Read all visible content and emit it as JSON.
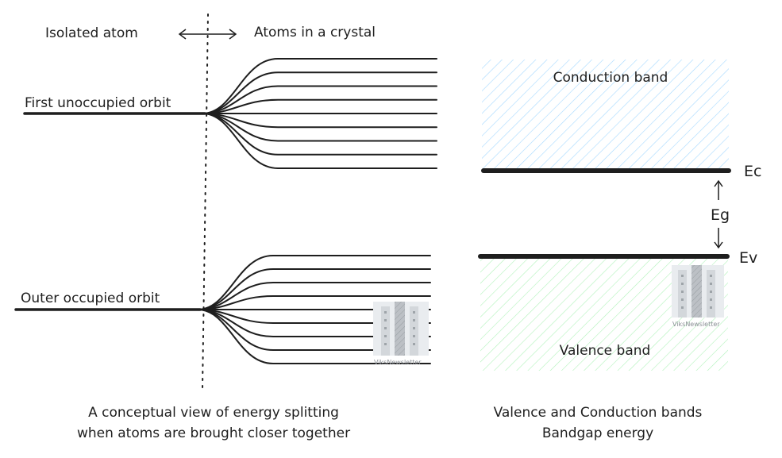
{
  "left_diagram": {
    "isolated_atom_label": "Isolated atom",
    "crystal_label": "Atoms in a crystal",
    "upper_orbit_label": "First unoccupied orbit",
    "lower_orbit_label": "Outer occupied orbit",
    "caption_line1": "A conceptual view of energy splitting",
    "caption_line2": "when atoms are brought closer together",
    "levels_per_orbit": 9
  },
  "right_diagram": {
    "conduction_band_label": "Conduction band",
    "valence_band_label": "Valence band",
    "ec_label": "Ec",
    "ev_label": "Ev",
    "eg_label": "Eg",
    "caption_line1": "Valence and Conduction bands",
    "caption_line2": "Bandgap energy",
    "conduction_color": "#a5d8ff",
    "valence_color": "#b2f2bb"
  },
  "watermark": {
    "text": "ViksNewsletter"
  }
}
